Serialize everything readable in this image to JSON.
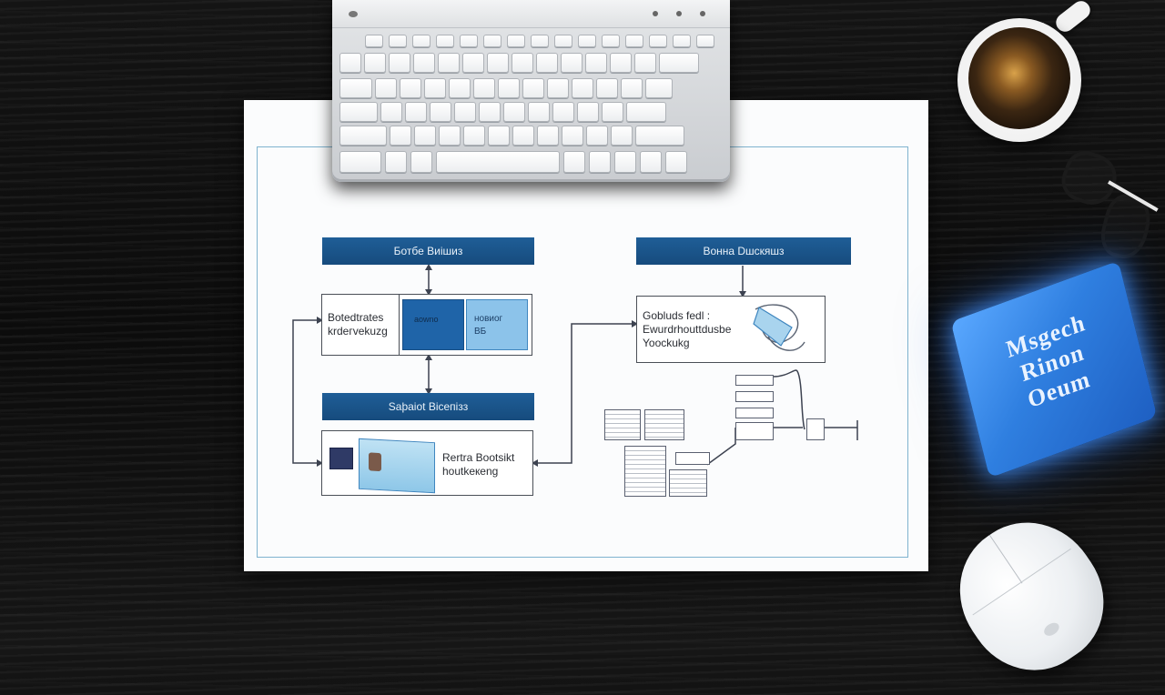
{
  "diagram": {
    "left": {
      "header_top": "Ботбе Виішиз",
      "box_top": {
        "left_text": "Botedtrates\nkrdeгvekuzg",
        "cell_a": "aowno",
        "cell_b": "новиог\nВБ"
      },
      "header_bottom": "Saþaiot Biceпiзз",
      "box_bottom": {
        "text": "Rertra Bootsikt\nhoutkeкeng"
      }
    },
    "right": {
      "header": "Boнна Dшскяшз",
      "box": {
        "text": "Gobluds fedl :\nEwurdrhouttdusbe\nYoockukg"
      }
    }
  },
  "sticky_note": {
    "text": "Msgech\nRinon\nOeum"
  },
  "colors": {
    "accent_blue": "#1f5e97",
    "frame_blue": "#7fb3cf",
    "note_blue": "#2f7fe0"
  }
}
